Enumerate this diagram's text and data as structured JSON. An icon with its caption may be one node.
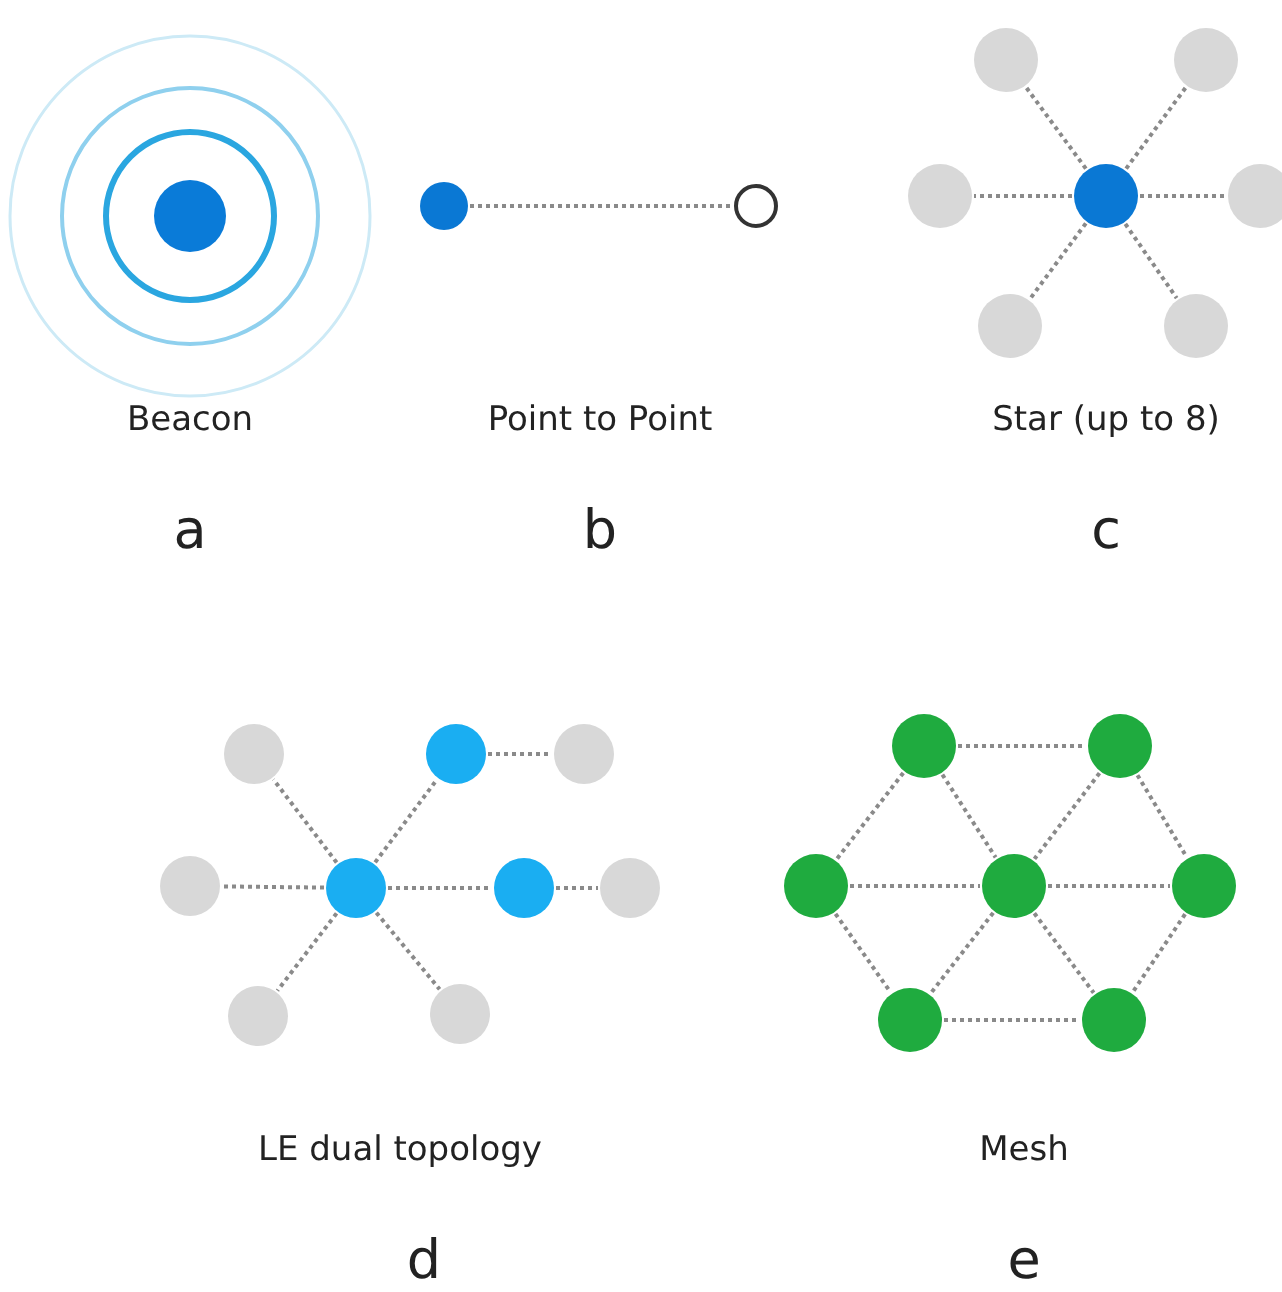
{
  "diagram": {
    "nodes": [
      {
        "text": [],
        "shape": "circle"
      },
      {
        "text": [],
        "shape": "circle"
      },
      {
        "text": [],
        "shape": "circle"
      },
      {
        "text": [],
        "shape": "circle"
      },
      {
        "text": [],
        "shape": "circle"
      },
      {
        "text": [],
        "shape": "circle"
      },
      {
        "text": [],
        "shape": "circle"
      },
      {
        "text": [],
        "shape": "circle"
      },
      {
        "text": [],
        "shape": "circle"
      },
      {
        "text": [],
        "shape": "circle"
      },
      {
        "text": [],
        "shape": "circle"
      },
      {
        "text": [],
        "shape": "circle"
      },
      {
        "text": [],
        "shape": "circle"
      },
      {
        "text": [],
        "shape": "circle"
      },
      {
        "text": [],
        "shape": "circle"
      },
      {
        "text": [],
        "shape": "circle"
      },
      {
        "text": [],
        "shape": "circle"
      },
      {
        "text": [],
        "shape": "circle"
      },
      {
        "text": [],
        "shape": "circle"
      },
      {
        "text": [],
        "shape": "circle"
      },
      {
        "text": [],
        "shape": "circle"
      },
      {
        "text": [],
        "shape": "circle"
      },
      {
        "text": [],
        "shape": "circle"
      },
      {
        "text": [],
        "shape": "circle"
      },
      {
        "text": [],
        "shape": "circle"
      },
      {
        "text": [],
        "shape": "circle"
      }
    ],
    "edges": [
      {
        "from": 1,
        "to": 2,
        "arrow": "none"
      },
      {
        "from": 6,
        "to": 3,
        "arrow": "none"
      },
      {
        "from": 6,
        "to": 4,
        "arrow": "none"
      },
      {
        "from": 6,
        "to": 5,
        "arrow": "none"
      },
      {
        "from": 6,
        "to": 7,
        "arrow": "none"
      },
      {
        "from": 6,
        "to": 8,
        "arrow": "none"
      },
      {
        "from": 6,
        "to": 9,
        "arrow": "none"
      },
      {
        "from": 14,
        "to": 10,
        "arrow": "none"
      },
      {
        "from": 14,
        "to": 11,
        "arrow": "none"
      },
      {
        "from": 11,
        "to": 12,
        "arrow": "none"
      },
      {
        "from": 14,
        "to": 13,
        "arrow": "none"
      },
      {
        "from": 14,
        "to": 15,
        "arrow": "none"
      },
      {
        "from": 15,
        "to": 16,
        "arrow": "none"
      },
      {
        "from": 14,
        "to": 17,
        "arrow": "none"
      },
      {
        "from": 14,
        "to": 18,
        "arrow": "none"
      },
      {
        "from": 19,
        "to": 20,
        "arrow": "none"
      },
      {
        "from": 19,
        "to": 21,
        "arrow": "none"
      },
      {
        "from": 19,
        "to": 22,
        "arrow": "none"
      },
      {
        "from": 20,
        "to": 22,
        "arrow": "none"
      },
      {
        "from": 20,
        "to": 23,
        "arrow": "none"
      },
      {
        "from": 21,
        "to": 22,
        "arrow": "none"
      },
      {
        "from": 22,
        "to": 23,
        "arrow": "none"
      },
      {
        "from": 21,
        "to": 24,
        "arrow": "none"
      },
      {
        "from": 22,
        "to": 24,
        "arrow": "none"
      },
      {
        "from": 22,
        "to": 25,
        "arrow": "none"
      },
      {
        "from": 23,
        "to": 25,
        "arrow": "none"
      },
      {
        "from": 24,
        "to": 25,
        "arrow": "none"
      }
    ],
    "labels": [
      "Beacon",
      "Point to Point",
      "Star (up to 8)",
      "a",
      "b",
      "c",
      "LE dual topology",
      "Mesh",
      "d",
      "e"
    ]
  }
}
